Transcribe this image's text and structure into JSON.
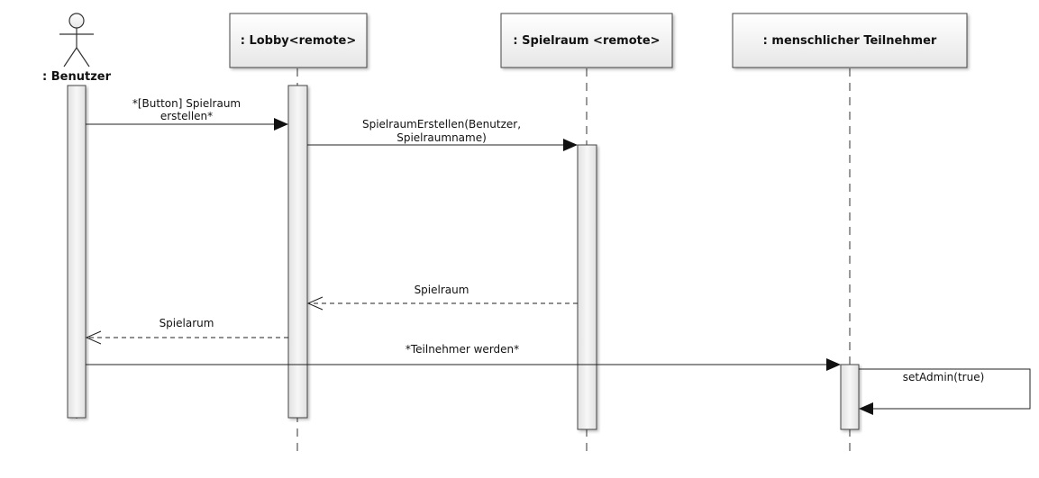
{
  "diagram": {
    "participants": {
      "actor": ": Benutzer",
      "lobby": ": Lobby<remote>",
      "spielraum": ": Spielraum <remote>",
      "teilnehmer": ": menschlicher Teilnehmer"
    },
    "messages": {
      "m1_line1": "*[Button] Spielraum",
      "m1_line2": "erstellen*",
      "m2_line1": "SpielraumErstellen(Benutzer,",
      "m2_line2": "Spielraumname)",
      "m3": "Spielraum",
      "m4": "Spielarum",
      "m5": "*Teilnehmer werden*",
      "m6": "setAdmin(true)"
    }
  }
}
